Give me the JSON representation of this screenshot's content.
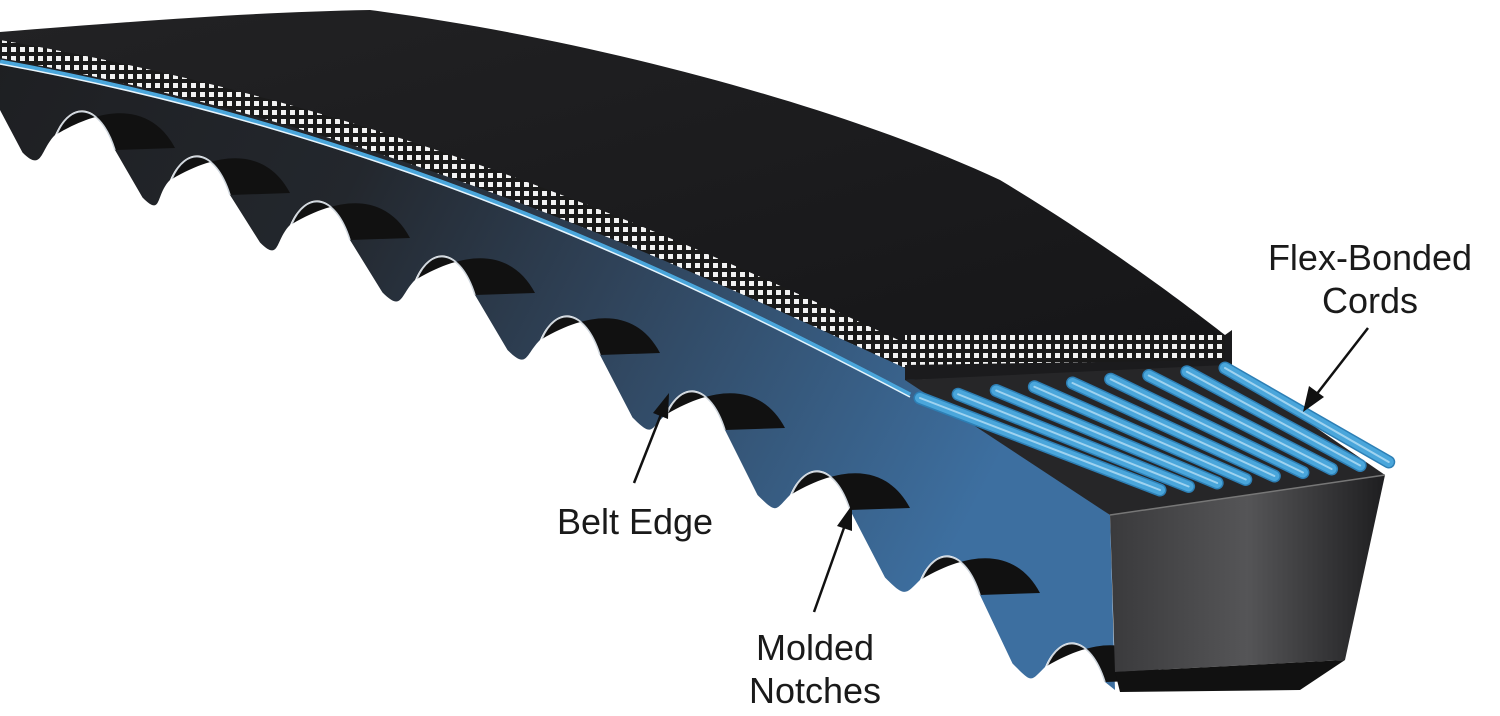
{
  "labels": {
    "flex_bonded_cords": [
      "Flex-Bonded",
      "Cords"
    ],
    "belt_edge": "Belt Edge",
    "molded_notches": [
      "Molded",
      "Notches"
    ]
  },
  "colors": {
    "belt_black": "#1c1c1e",
    "side_blue": "#3f6f9c",
    "cord_blue": "#4aa6db",
    "label_text": "#1a1a1a"
  },
  "cord_count": 9
}
